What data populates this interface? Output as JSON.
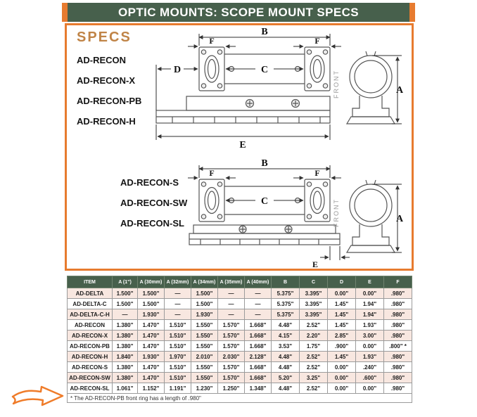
{
  "banner": {
    "title": "OPTIC MOUNTS: SCOPE MOUNT SPECS"
  },
  "specs_panel": {
    "title": "SPECS",
    "models_top": [
      "AD-RECON",
      "AD-RECON-X",
      "AD-RECON-PB",
      "AD-RECON-H"
    ],
    "models_bottom": [
      "AD-RECON-S",
      "AD-RECON-SW",
      "AD-RECON-SL"
    ]
  },
  "dims": {
    "a": "A",
    "b": "B",
    "c": "C",
    "d": "D",
    "e": "E",
    "f": "F",
    "front": "FRONT"
  },
  "table": {
    "headers": [
      "ITEM",
      "A (1\")",
      "A (30mm)",
      "A (32mm)",
      "A (34mm)",
      "A (35mm)",
      "A (40mm)",
      "B",
      "C",
      "D",
      "E",
      "F"
    ],
    "rows": [
      [
        "AD-DELTA",
        "1.500\"",
        "1.500\"",
        "—",
        "1.500\"",
        "—",
        "—",
        "5.375\"",
        "3.395\"",
        "0.00\"",
        "0.00\"",
        ".980\""
      ],
      [
        "AD-DELTA-C",
        "1.500\"",
        "1.500\"",
        "—",
        "1.500\"",
        "—",
        "—",
        "5.375\"",
        "3.395\"",
        "1.45\"",
        "1.94\"",
        ".980\""
      ],
      [
        "AD-DELTA-C-H",
        "—",
        "1.930\"",
        "—",
        "1.930\"",
        "—",
        "—",
        "5.375\"",
        "3.395\"",
        "1.45\"",
        "1.94\"",
        ".980\""
      ],
      [
        "AD-RECON",
        "1.380\"",
        "1.470\"",
        "1.510\"",
        "1.550\"",
        "1.570\"",
        "1.668\"",
        "4.48\"",
        "2.52\"",
        "1.45\"",
        "1.93\"",
        ".980\""
      ],
      [
        "AD-RECON-X",
        "1.380\"",
        "1.470\"",
        "1.510\"",
        "1.550\"",
        "1.570\"",
        "1.668\"",
        "4.15\"",
        "2.20\"",
        "2.85\"",
        "3.00\"",
        ".980\""
      ],
      [
        "AD-RECON-PB",
        "1.380\"",
        "1.470\"",
        "1.510\"",
        "1.550\"",
        "1.570\"",
        "1.668\"",
        "3.53\"",
        "1.75\"",
        ".900\"",
        "0.00\"",
        ".800\" *"
      ],
      [
        "AD-RECON-H",
        "1.840\"",
        "1.930\"",
        "1.970\"",
        "2.010\"",
        "2.030\"",
        "2.128\"",
        "4.48\"",
        "2.52\"",
        "1.45\"",
        "1.93\"",
        ".980\""
      ],
      [
        "AD-RECON-S",
        "1.380\"",
        "1.470\"",
        "1.510\"",
        "1.550\"",
        "1.570\"",
        "1.668\"",
        "4.48\"",
        "2.52\"",
        "0.00\"",
        ".240\"",
        ".980\""
      ],
      [
        "AD-RECON-SW",
        "1.380\"",
        "1.470\"",
        "1.510\"",
        "1.550\"",
        "1.570\"",
        "1.668\"",
        "5.20\"",
        "3.25\"",
        "0.00\"",
        ".600\"",
        ".980\""
      ],
      [
        "AD-RECON-SL",
        "1.061\"",
        "1.152\"",
        "1.191\"",
        "1.230\"",
        "1.250\"",
        "1.348\"",
        "4.48\"",
        "2.52\"",
        "0.00\"",
        "0.00\"",
        ".980\""
      ]
    ]
  },
  "footnote": "* The AD-RECON-PB front ring has a length of .980\"",
  "colors": {
    "green": "#47604c",
    "orange": "#e77b2f",
    "row_alt": "#f8e7e0",
    "specs_title": "#c08447"
  }
}
